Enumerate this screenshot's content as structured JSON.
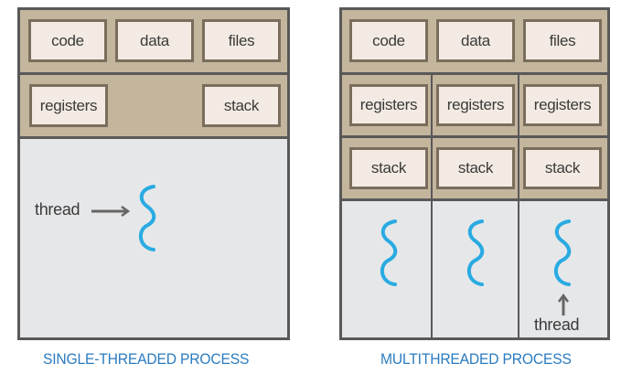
{
  "single": {
    "shared": [
      "code",
      "data",
      "files"
    ],
    "per_thread": [
      "registers",
      "stack"
    ],
    "thread_label": "thread",
    "caption": "SINGLE-THREADED PROCESS"
  },
  "multi": {
    "shared": [
      "code",
      "data",
      "files"
    ],
    "registers": [
      "registers",
      "registers",
      "registers"
    ],
    "stacks": [
      "stack",
      "stack",
      "stack"
    ],
    "thread_label": "thread",
    "caption": "MULTITHREADED PROCESS"
  },
  "colors": {
    "thread": "#29abe2",
    "caption": "#2a7bbf",
    "band": "#c4b59d",
    "box_fill": "#f3ebe3",
    "area": "#e6e7e9",
    "border": "#595959"
  }
}
